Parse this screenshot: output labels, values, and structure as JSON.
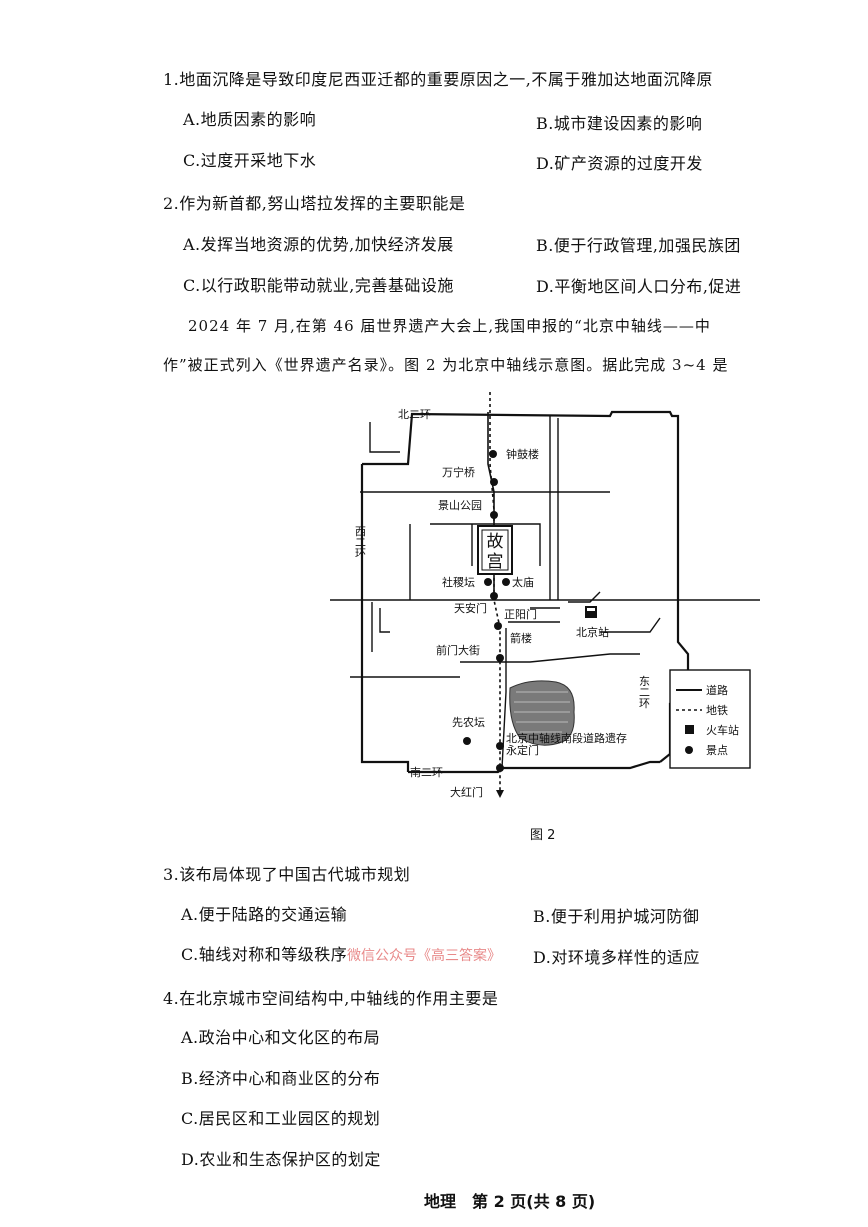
{
  "questions": [
    {
      "stem": "1.地面沉降是导致印度尼西亚迁都的重要原因之一,不属于雅加达地面沉降原",
      "options": [
        "A.地质因素的影响",
        "B.城市建设因素的影响",
        "C.过度开采地下水",
        "D.矿产资源的过度开发"
      ]
    },
    {
      "stem": "2.作为新首都,努山塔拉发挥的主要职能是",
      "options": [
        "A.发挥当地资源的优势,加快经济发展",
        "B.便于行政管理,加强民族团",
        "C.以行政职能带动就业,完善基础设施",
        "D.平衡地区间人口分布,促进"
      ]
    },
    {
      "stem": "3.该布局体现了中国古代城市规划",
      "options": [
        "A.便于陆路的交通运输",
        "B.便于利用护城河防御",
        "C.轴线对称和等级秩序",
        "D.对环境多样性的适应"
      ]
    },
    {
      "stem": "4.在北京城市空间结构中,中轴线的作用主要是",
      "options": [
        "A.政治中心和文化区的布局",
        "B.经济中心和商业区的分布",
        "C.居民区和工业园区的规划",
        "D.农业和生态保护区的划定"
      ]
    }
  ],
  "intro": {
    "line1": "2024 年 7 月,在第 46 届世界遗产大会上,我国申报的“北京中轴线——中",
    "line2": "作”被正式列入《世界遗产名录》。图 2 为北京中轴线示意图。据此完成 3~4 是"
  },
  "map": {
    "ring_north": "北二环",
    "ring_west": "西二环",
    "ring_east": "东二环",
    "ring_south": "南二环",
    "palace": "故宫",
    "sites": [
      "钟鼓楼",
      "万宁桥",
      "景山公园",
      "社稷坛",
      "太庙",
      "天安门",
      "正阳门",
      "箭楼",
      "前门大街",
      "先农坛",
      "永定门"
    ],
    "station": "北京站",
    "site_road": "北京中轴线南段道路遗存",
    "south_end": "大红门",
    "legend": [
      "道路",
      "地铁",
      "火车站",
      "景点"
    ]
  },
  "figure_caption": "图 2",
  "watermark": "微信公众号《高三答案》",
  "footer": "地理　第 2 页(共 8 页)"
}
